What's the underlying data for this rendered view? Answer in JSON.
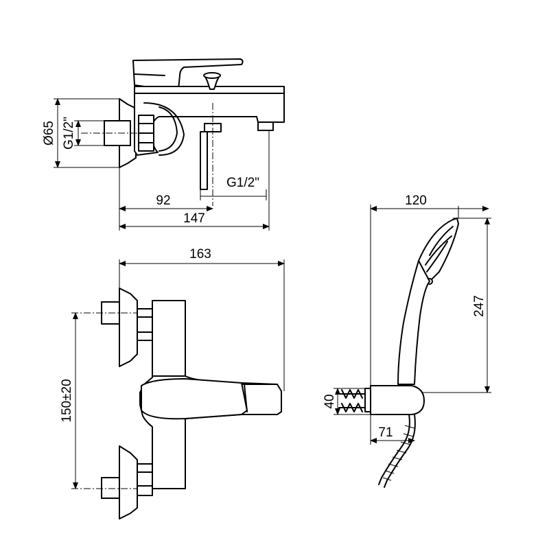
{
  "dimensions": {
    "top_view": {
      "diameter": "Ø65",
      "inlet_thread": "G1/2\"",
      "outlet_thread": "G1/2\"",
      "to_outlet": "92",
      "total_depth": "147"
    },
    "front_view": {
      "total_width": "163",
      "inlet_spacing": "150±20"
    },
    "hand_shower": {
      "head_width": "120",
      "length": "247",
      "holder_height": "40",
      "holder_depth": "71"
    }
  }
}
